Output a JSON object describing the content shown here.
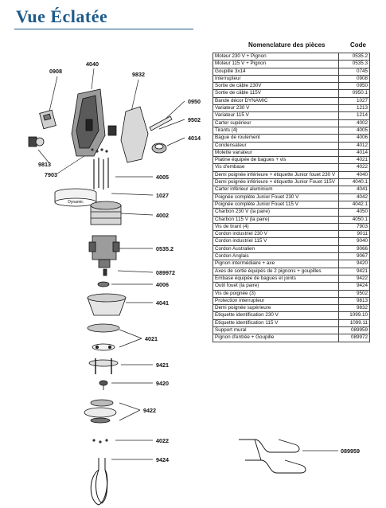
{
  "page": {
    "title": "Vue Éclatée"
  },
  "table": {
    "header_name": "Nomenclature des pièces",
    "header_code": "Code",
    "rows": [
      {
        "name": "Moteur 230 V + Pignon",
        "code": "0535.2"
      },
      {
        "name": "Moteur 115 V + Pignon",
        "code": "0535.3"
      },
      {
        "name": "Goupille 3x14",
        "code": "0745"
      },
      {
        "name": "Interrupteur",
        "code": "0908"
      },
      {
        "name": "Sortie de câble 230V",
        "code": "0950"
      },
      {
        "name": "Sortie de câble 115V",
        "code": "0950.1"
      },
      {
        "name": "Bande décor DYNAMIC",
        "code": "1027"
      },
      {
        "name": "Variateur 230 V",
        "code": "1213"
      },
      {
        "name": "Variateur 115 V",
        "code": "1214"
      },
      {
        "name": "Carter supérieur",
        "code": "4002"
      },
      {
        "name": "Tirants (4)",
        "code": "4005"
      },
      {
        "name": "Bague de roulement",
        "code": "4006"
      },
      {
        "name": "Condensateur",
        "code": "4012"
      },
      {
        "name": "Molette variateur",
        "code": "4014"
      },
      {
        "name": "Platine équipée de bagues + vis",
        "code": "4021"
      },
      {
        "name": "Vis d'embase",
        "code": "4022"
      },
      {
        "name": "Demi poignée inférieure + étiquette Junior fouet 230 V",
        "code": "4040"
      },
      {
        "name": "Demi poignée inférieure + étiquette Junior Fouet 115V",
        "code": "4040.1"
      },
      {
        "name": "Carter inférieur aluminium",
        "code": "4041"
      },
      {
        "name": "Poignée complète Junior Fouet 230 V",
        "code": "4042"
      },
      {
        "name": "Poignée complète Junior Fouet 115 V",
        "code": "4042.1"
      },
      {
        "name": "Charbon 230 V (la paire)",
        "code": "4050"
      },
      {
        "name": "Charbon 115 V (la paire)",
        "code": "4050.1"
      },
      {
        "name": "Vis de tirant (4)",
        "code": "7903"
      },
      {
        "name": "Cordon industriel 230 V",
        "code": "9011"
      },
      {
        "name": "Cordon industriel 115 V",
        "code": "9040"
      },
      {
        "name": "Cordon Australien",
        "code": "9066"
      },
      {
        "name": "Cordon Anglais",
        "code": "9067"
      },
      {
        "name": "Pignon intermédiaire + axe",
        "code": "9420"
      },
      {
        "name": "Axes de sortie équipés de 2 pignons + goupilles",
        "code": "9421"
      },
      {
        "name": "Embase équipée de bagues et joints",
        "code": "9422"
      },
      {
        "name": "Outil fouet (la paire)",
        "code": "9424"
      },
      {
        "name": "Vis de poignée (3)",
        "code": "9502"
      },
      {
        "name": "Protection interrupteur",
        "code": "9813"
      },
      {
        "name": "Demi poignée supérieure",
        "code": "9832"
      },
      {
        "name": "Etiquette identification 230 V",
        "code": "1099.10"
      },
      {
        "name": "Etiquette identification 115 V",
        "code": "1099.11"
      },
      {
        "name": "Support mural",
        "code": "089959"
      },
      {
        "name": "Pignon d'entrée + Goupille",
        "code": "089972"
      }
    ]
  },
  "diagram": {
    "labels": {
      "l0908": "0908",
      "l4040": "4040",
      "l9832": "9832",
      "l0950": "0950",
      "l9502": "9502",
      "l4014": "4014",
      "l9813": "9813",
      "l7903": "7903",
      "l4005": "4005",
      "l1027": "1027",
      "l4002": "4002",
      "l05352": "0535.2",
      "l089972": "089972",
      "l4006": "4006",
      "l4041": "4041",
      "l4021": "4021",
      "l9421": "9421",
      "l9420": "9420",
      "l9422": "9422",
      "l4022": "4022",
      "l9424": "9424",
      "l089959": "089959"
    },
    "band_text": "Dynamic"
  }
}
